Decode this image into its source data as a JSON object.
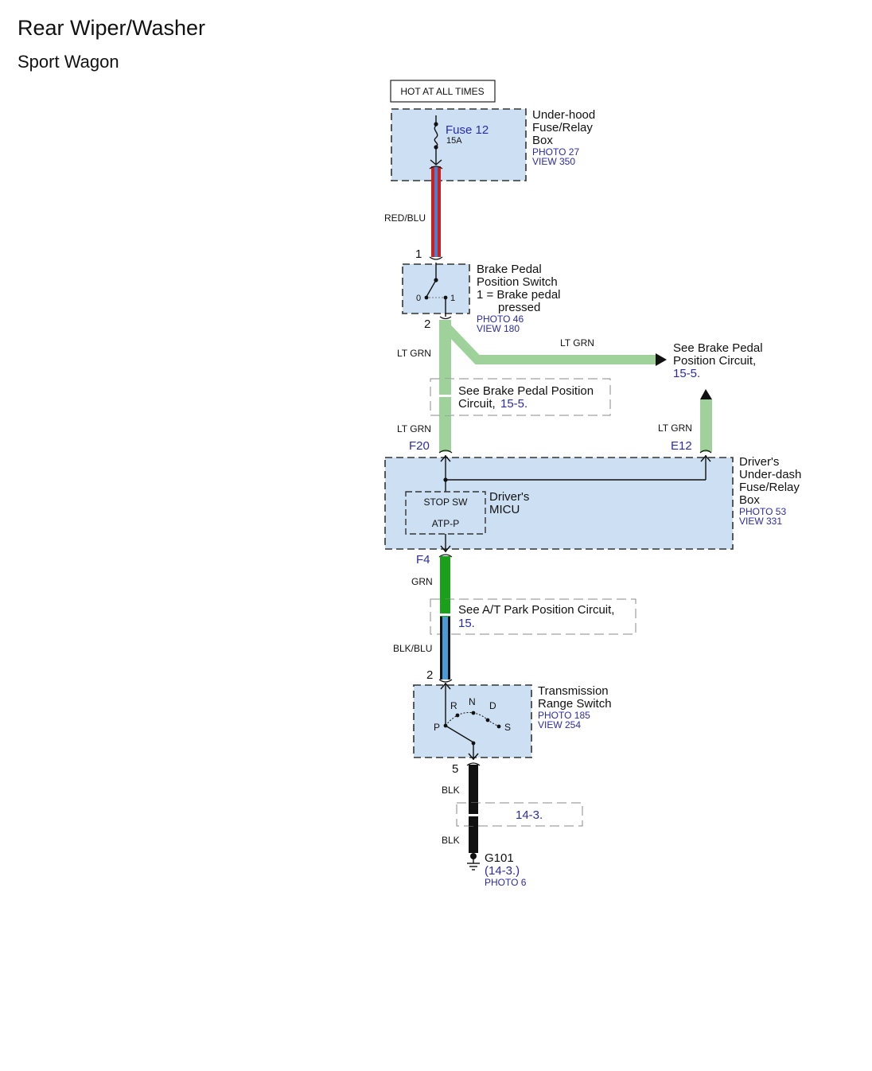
{
  "page": {
    "title": "Rear Wiper/Washer",
    "subtitle": "Sport Wagon"
  },
  "power_label": "HOT AT ALL TIMES",
  "underhood_box": {
    "fuse_name": "Fuse 12",
    "fuse_rating": "15A",
    "name_lines": [
      "Under-hood",
      "Fuse/Relay",
      "Box"
    ],
    "photo": "PHOTO 27",
    "view": "VIEW 350"
  },
  "wires": {
    "fuse_to_switch": "RED/BLU",
    "switch_down": "LT GRN",
    "switch_branch": "LT GRN",
    "to_f20": "LT GRN",
    "to_e12": "LT GRN",
    "f4_down": "GRN",
    "to_trans": "BLK/BLU",
    "trans_down": "BLK",
    "to_ground": "BLK"
  },
  "colors": {
    "red": "#cc1f1f",
    "blue": "#4a7fd0",
    "lt_grn": "#9fd29a",
    "grn": "#1aa01a",
    "blk": "#111111",
    "box_fill": "#cde0f3",
    "link": "#2b2ba8"
  },
  "brake_switch": {
    "pin_top": "1",
    "pin_bottom": "2",
    "pos_0": "0",
    "pos_1": "1",
    "name_lines": [
      "Brake Pedal",
      "Position Switch",
      "1 = Brake pedal",
      "pressed"
    ],
    "photo": "PHOTO 46",
    "view": "VIEW 180"
  },
  "branch_ref": {
    "lines": [
      "See Brake Pedal",
      "Position Circuit,"
    ],
    "link": "15-5."
  },
  "midref_brake": {
    "line1": "See Brake Pedal Position",
    "line2": "Circuit, ",
    "link": "15-5."
  },
  "dash_box": {
    "pin_f20": "F20",
    "pin_e12": "E12",
    "pin_f4": "F4",
    "stop_sw": "STOP SW",
    "atp_p": "ATP-P",
    "micu_lines": [
      "Driver's",
      "MICU"
    ],
    "name_lines": [
      "Driver's",
      "Under-dash",
      "Fuse/Relay",
      "Box"
    ],
    "photo": "PHOTO 53",
    "view": "VIEW 331"
  },
  "midref_at": {
    "line1": "See A/T Park Position Circuit,",
    "link": "15."
  },
  "trans_switch": {
    "pin_top": "2",
    "pin_bottom": "5",
    "positions": [
      "R",
      "N",
      "D",
      "P",
      "S"
    ],
    "name_lines": [
      "Transmission",
      "Range Switch"
    ],
    "photo": "PHOTO 185",
    "view": "VIEW 254"
  },
  "midref_ground": {
    "link": "14-3."
  },
  "ground": {
    "name": "G101",
    "ref": "(14-3.)",
    "photo": "PHOTO 6"
  }
}
